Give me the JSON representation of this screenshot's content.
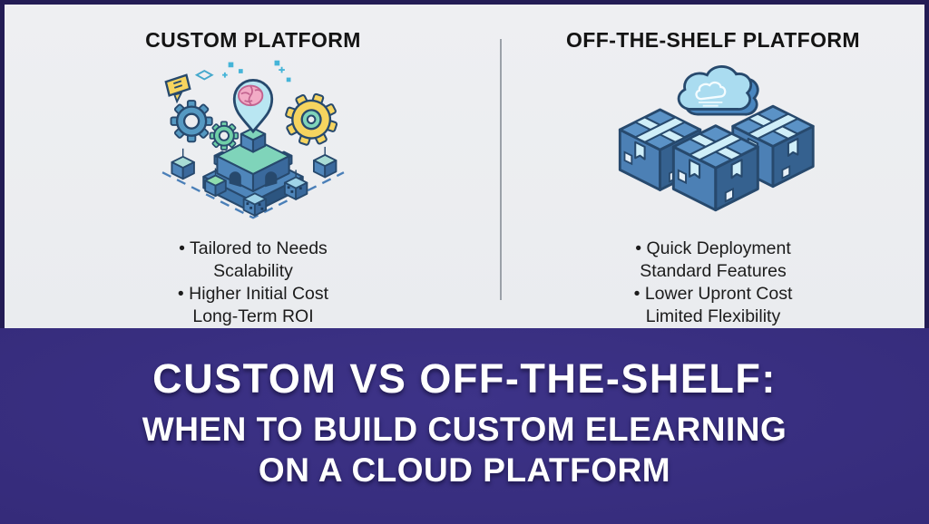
{
  "bullet_char": "•",
  "colors": {
    "frame_background": "#231c55",
    "panel_background": "#ecedf0",
    "banner_background": "#352b7a",
    "banner_text": "#ffffff",
    "heading_text": "#141414",
    "bullet_text": "#1c1c1c",
    "divider": "#9ba1a9",
    "illustration_outline": "#27496d",
    "illustration_blue": "#4f86bb",
    "illustration_teal": "#7fd4ba",
    "illustration_yellow": "#f6d45f",
    "illustration_pink": "#f2abc6",
    "illustration_light_blue": "#aadcf0"
  },
  "columns": {
    "left": {
      "title": "CUSTOM PLATFORM",
      "illustration": "custom-platform-isometric-illustration",
      "items": [
        {
          "text": "Tailored to Needs",
          "bullet": true
        },
        {
          "text": "Scalability",
          "bullet": false
        },
        {
          "text": "Higher Initial Cost",
          "bullet": true
        },
        {
          "text": "Long-Term ROI",
          "bullet": false
        }
      ]
    },
    "right": {
      "title": "OFF-THE-SHELF PLATFORM",
      "illustration": "packages-and-cloud-isometric-illustration",
      "items": [
        {
          "text": "Quick Deployment",
          "bullet": true
        },
        {
          "text": "Standard Features",
          "bullet": false
        },
        {
          "text": "Lower Upront Cost",
          "bullet": true
        },
        {
          "text": "Limited Flexibility",
          "bullet": false
        }
      ]
    }
  },
  "banner": {
    "line1": "CUSTOM VS OFF-THE-SHELF:",
    "line2": "WHEN TO BUILD CUSTOM ELEARNING",
    "line3": "ON A CLOUD PLATFORM"
  }
}
